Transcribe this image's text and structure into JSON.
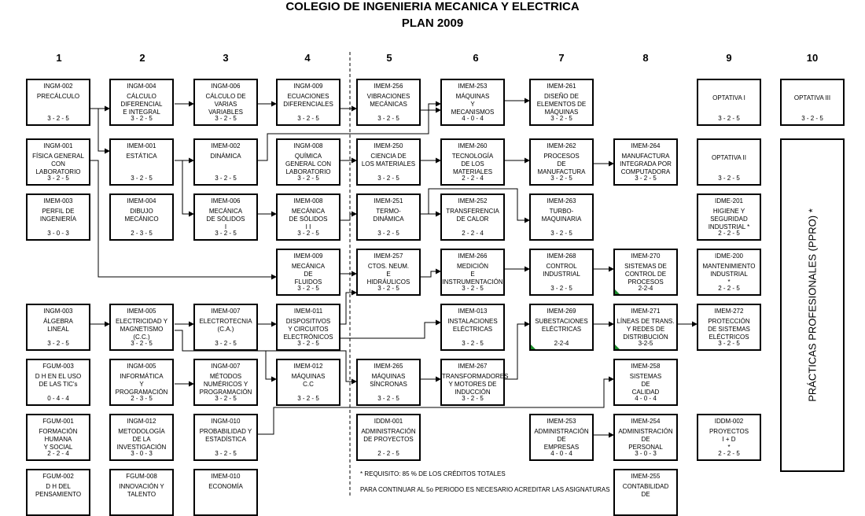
{
  "header": {
    "title": "COLEGIO DE INGENIERIA  MECANICA Y ELECTRICA",
    "subtitle": "PLAN 2009"
  },
  "columns": [
    "1",
    "2",
    "3",
    "4",
    "5",
    "6",
    "7",
    "8",
    "9",
    "10"
  ],
  "courses": {
    "c1r1": {
      "code": "INGM-002",
      "name": "PRECÁLCULO",
      "hours": "3 - 2 - 5"
    },
    "c2r1": {
      "code": "INGM-004",
      "name": "CÁLCULO\nDIFERENCIAL\nE INTEGRAL",
      "hours": "3 - 2 - 5"
    },
    "c3r1": {
      "code": "INGM-006",
      "name": "CÁLCULO DE\nVARIAS\nVARIABLES",
      "hours": "3 - 2 - 5"
    },
    "c4r1": {
      "code": "INGM-009",
      "name": "ECUACIONES\nDIFERENCIALES",
      "hours": "3 - 2 - 5"
    },
    "c5r1": {
      "code": "IMEM-256",
      "name": "VIBRACIONES\nMECÁNICAS",
      "hours": "3 - 2 - 5"
    },
    "c6r1": {
      "code": "IMEM-253",
      "name": "MÁQUINAS\nY\nMECANISMOS",
      "hours": "4 - 0 - 4"
    },
    "c7r1": {
      "code": "IMEM-261",
      "name": "DISEÑO DE\nELEMENTOS DE\nMÁQUINAS",
      "hours": "3 - 2 - 5"
    },
    "c9r1": {
      "code": "",
      "name": "OPTATIVA I",
      "hours": "3 - 2 - 5"
    },
    "c10r1": {
      "code": "",
      "name": "OPTATIVA III",
      "hours": "3 - 2 - 5"
    },
    "c1r2": {
      "code": "INGM-001",
      "name": "FÍSICA GENERAL\nCON\nLABORATORIO",
      "hours": "3 - 2 - 5"
    },
    "c2r2": {
      "code": "IMEM-001",
      "name": "ESTÁTICA",
      "hours": "3 - 2 - 5"
    },
    "c3r2": {
      "code": "IMEM-002",
      "name": "DINÁMICA",
      "hours": "3 - 2 - 5"
    },
    "c4r2": {
      "code": "INGM-008",
      "name": "QUÍMICA\nGENERAL CON\nLABORATORIO",
      "hours": "3 - 2 - 5"
    },
    "c5r2": {
      "code": "IMEM-250",
      "name": "CIENCIA DE\nLOS MATERIALES",
      "hours": "3 - 2 - 5"
    },
    "c6r2": {
      "code": "IMEM-260",
      "name": "TECNOLOGÍA\nDE LOS\nMATERIALES",
      "hours": "2 - 2 - 4"
    },
    "c7r2": {
      "code": "IMEM-262",
      "name": "PROCESOS\nDE\nMANUFACTURA",
      "hours": "3 - 2 - 5"
    },
    "c8r2": {
      "code": "IMEM-264",
      "name": "MANUFACTURA\nINTEGRADA POR\nCOMPUTADORA",
      "hours": "3 - 2 - 5"
    },
    "c9r2": {
      "code": "",
      "name": "OPTATIVA II",
      "hours": "3 - 2 - 5"
    },
    "c1r3": {
      "code": "IMEM-003",
      "name": "PERFIL DE\nINGENIERÍA",
      "hours": "3 - 0 - 3"
    },
    "c2r3": {
      "code": "IMEM-004",
      "name": "DIBUJO\nMECÁNICO",
      "hours": "2 - 3 - 5"
    },
    "c3r3": {
      "code": "IMEM-006",
      "name": "MECÁNICA\nDE SÓLIDOS\nI",
      "hours": "3 - 2 - 5"
    },
    "c4r3": {
      "code": "IMEM-008",
      "name": "MECÁNICA\nDE SÓLIDOS\nI I",
      "hours": "3 - 2 - 5"
    },
    "c5r3": {
      "code": "IMEM-251",
      "name": "TERMO-\nDINÁMICA",
      "hours": "3 - 2 - 5"
    },
    "c6r3": {
      "code": "IMEM-252",
      "name": "TRANSFERENCIA\nDE CALOR",
      "hours": "2 - 2 - 4"
    },
    "c7r3": {
      "code": "IMEM-263",
      "name": "TURBO-\nMAQUINARIA",
      "hours": "3 - 2 - 5"
    },
    "c9r3": {
      "code": "IDME-201",
      "name": "HIGIENE Y\nSEGURIDAD\nINDUSTRIAL *",
      "hours": "2 - 2 - 5"
    },
    "c4r4": {
      "code": "IMEM-009",
      "name": "MECÁNICA\nDE\nFLUIDOS",
      "hours": "3 - 2 - 5"
    },
    "c5r4": {
      "code": "IMEM-257",
      "name": "CTOS. NEUM.\nE\nHIDRÁULICOS",
      "hours": "3 - 2 - 5"
    },
    "c6r4": {
      "code": "IMEM-266",
      "name": "MEDICIÓN\nE\nINSTRUMENTACIÓN",
      "hours": "3 - 2 - 5"
    },
    "c7r4": {
      "code": "IMEM-268",
      "name": "CONTROL\nINDUSTRIAL",
      "hours": "3 - 2 - 5"
    },
    "c8r4": {
      "code": "IMEM-270",
      "name": "SISTEMAS DE\nCONTROL DE\nPROCESOS",
      "hours": "2-2-4"
    },
    "c9r4": {
      "code": "IDME-200",
      "name": "MANTENIMIENTO\nINDUSTRIAL\n*",
      "hours": "2 - 2 - 5"
    },
    "c1r5": {
      "code": "INGM-003",
      "name": "ÁLGEBRA\nLINEAL",
      "hours": "3 - 2 - 5"
    },
    "c2r5": {
      "code": "IMEM-005",
      "name": "ELECTRICIDAD Y\nMAGNETISMO\n(C.C.)",
      "hours": "3 - 2 - 5"
    },
    "c3r5": {
      "code": "IMEM-007",
      "name": "ELECTROTECNIA\n(C.A.)",
      "hours": "3 - 2 - 5"
    },
    "c4r5": {
      "code": "IMEM-011",
      "name": "DISPOSITIVOS\nY CIRCUITOS\nELECTRÓNICOS",
      "hours": "3 - 2 - 5"
    },
    "c6r5": {
      "code": "IMEM-013",
      "name": "INSTALACIONES\nELÉCTRICAS",
      "hours": "3 - 2 - 5"
    },
    "c7r5": {
      "code": "IMEM-269",
      "name": "SUBESTACIONES\nELÉCTRICAS",
      "hours": "2-2-4"
    },
    "c8r5": {
      "code": "IMEM-271",
      "name": "LÍNEAS DE TRANS.\nY REDES DE\nDISTRIBUCIÓN",
      "hours": "3-2-5"
    },
    "c9r5": {
      "code": "IMEM-272",
      "name": "PROTECCIÓN\nDE SISTEMAS\nELÉCTRICOS",
      "hours": "3 - 2 - 5"
    },
    "c1r6": {
      "code": "FGUM-003",
      "name": "D H EN EL USO\nDE LAS TIC's",
      "hours": "0 - 4 - 4"
    },
    "c2r6": {
      "code": "INGM-005",
      "name": "INFORMÁTICA\nY\nPROGRAMACIÓN",
      "hours": "2 - 3 - 5"
    },
    "c3r6": {
      "code": "INGM-007",
      "name": "MÉTODOS\nNUMÉRICOS Y\nPROGRAMACIÓN",
      "hours": "3 - 2 - 5"
    },
    "c4r6": {
      "code": "IMEM-012",
      "name": "MÁQUINAS\nC.C",
      "hours": "3 - 2 - 5"
    },
    "c5r6": {
      "code": "IMEM-265",
      "name": "MÁQUINAS\nSÍNCRONAS",
      "hours": "3 - 2 - 5"
    },
    "c6r6": {
      "code": "IMEM-267",
      "name": "TRANSFORMADORES\nY MOTORES DE\nINDUCCIÓN",
      "hours": "3 - 2 - 5"
    },
    "c8r6": {
      "code": "IMEM-258",
      "name": "SISTEMAS\nDE\nCALIDAD",
      "hours": "4 - 0 - 4"
    },
    "c1r7": {
      "code": "FGUM-001",
      "name": "FORMACIÓN\nHUMANA\nY SOCIAL",
      "hours": "2 - 2 - 4"
    },
    "c2r7": {
      "code": "INGM-012",
      "name": "METODOLOGÍA\nDE LA\nINVESTIGACIÓN",
      "hours": "3 - 0 - 3"
    },
    "c3r7": {
      "code": "INGM-010",
      "name": "PROBABILIDAD Y\nESTADÍSTICA",
      "hours": "3 - 2 - 5"
    },
    "c5r7": {
      "code": "IDDM-001",
      "name": "ADMINISTRACIÓN\nDE PROYECTOS",
      "hours": "2 - 2 - 5"
    },
    "c7r7": {
      "code": "IMEM-253",
      "name": "ADMINISTRACIÓN\nDE\nEMPRESAS",
      "hours": "4 - 0 - 4"
    },
    "c8r7": {
      "code": "IMEM-254",
      "name": "ADMINISTRACIÓN\nDE\nPERSONAL",
      "hours": "3 - 0 - 3"
    },
    "c9r7": {
      "code": "IDDM-002",
      "name": "PROYECTOS\nI + D\n*",
      "hours": "2 - 2 - 5"
    },
    "c1r8": {
      "code": "FGUM-002",
      "name": "D H DEL\nPENSAMIENTO",
      "hours": ""
    },
    "c2r8": {
      "code": "FGUM-008",
      "name": "INNOVACIÓN Y\nTALENTO",
      "hours": ""
    },
    "c3r8": {
      "code": "IMEM-010",
      "name": "ECONOMÍA",
      "hours": ""
    },
    "c8r8": {
      "code": "IMEM-255",
      "name": "CONTABILIDAD\nDE",
      "hours": ""
    }
  },
  "ppro": {
    "label": "PRÁCTICAS PROFESIONALES (PPRO) *"
  },
  "notes": {
    "requisito": "* REQUISITO: 85 % DE LOS CRÉDITOS TOTALES",
    "continuar": "PARA CONTINUAR AL 5o PERIODO ES NECESARIO ACREDITAR LAS ASIGNATURAS"
  },
  "colors": {
    "marker": "#1a8a2a",
    "line": "#000000"
  }
}
